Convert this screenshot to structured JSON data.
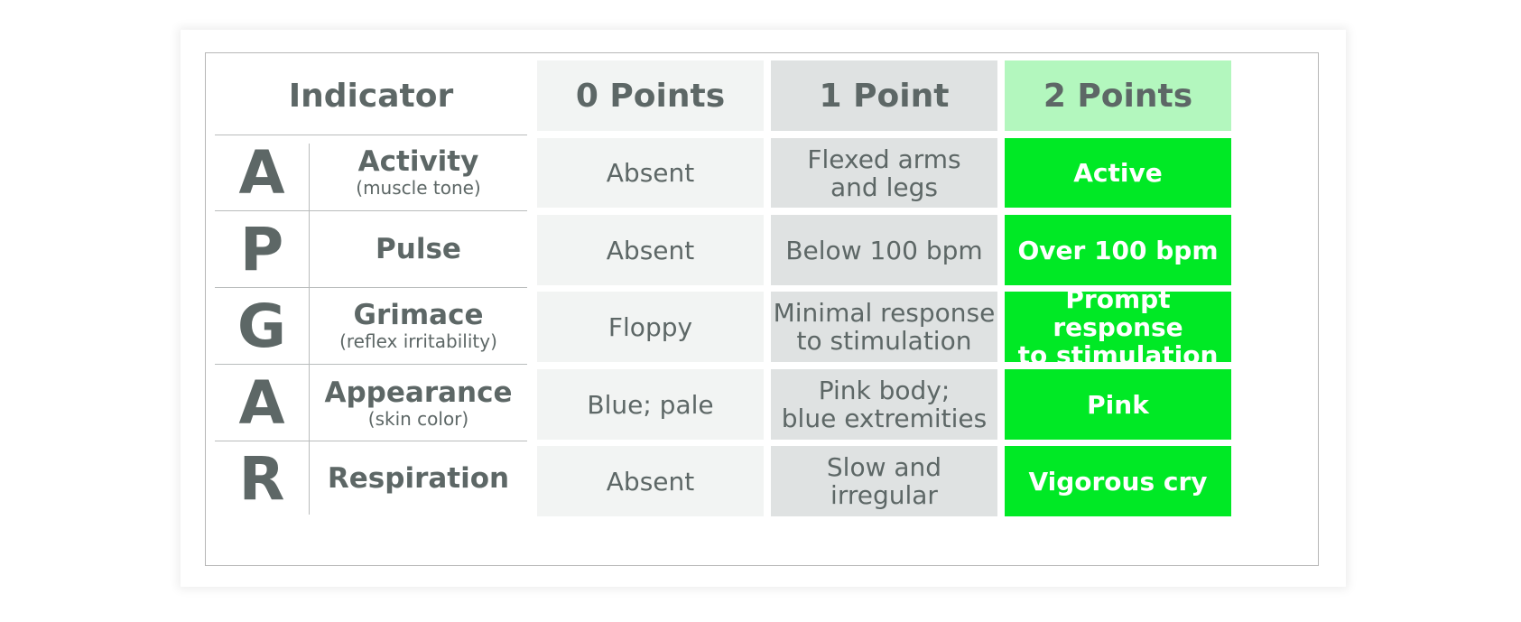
{
  "header": {
    "indicator": "Indicator",
    "col0": "0 Points",
    "col1": "1 Point",
    "col2": "2 Points"
  },
  "rows": [
    {
      "letter": "A",
      "name": "Activity",
      "sub": "(muscle tone)",
      "p0": "Absent",
      "p1": "Flexed arms\nand legs",
      "p2": "Active"
    },
    {
      "letter": "P",
      "name": "Pulse",
      "sub": "",
      "p0": "Absent",
      "p1": "Below 100 bpm",
      "p2": "Over 100 bpm"
    },
    {
      "letter": "G",
      "name": "Grimace",
      "sub": "(reflex irritability)",
      "p0": "Floppy",
      "p1": "Minimal response\nto stimulation",
      "p2": "Prompt response\nto stimulation"
    },
    {
      "letter": "A",
      "name": "Appearance",
      "sub": "(skin color)",
      "p0": "Blue; pale",
      "p1": "Pink body;\nblue extremities",
      "p2": "Pink"
    },
    {
      "letter": "R",
      "name": "Respiration",
      "sub": "",
      "p0": "Absent",
      "p1": "Slow and irregular",
      "p2": "Vigorous cry"
    }
  ],
  "colors": {
    "text": "#5d6766",
    "col0_bg": "#f2f4f3",
    "col1_bg": "#dfe2e2",
    "col2_header_bg": "#b3f7be",
    "col2_bg": "#00e925"
  }
}
